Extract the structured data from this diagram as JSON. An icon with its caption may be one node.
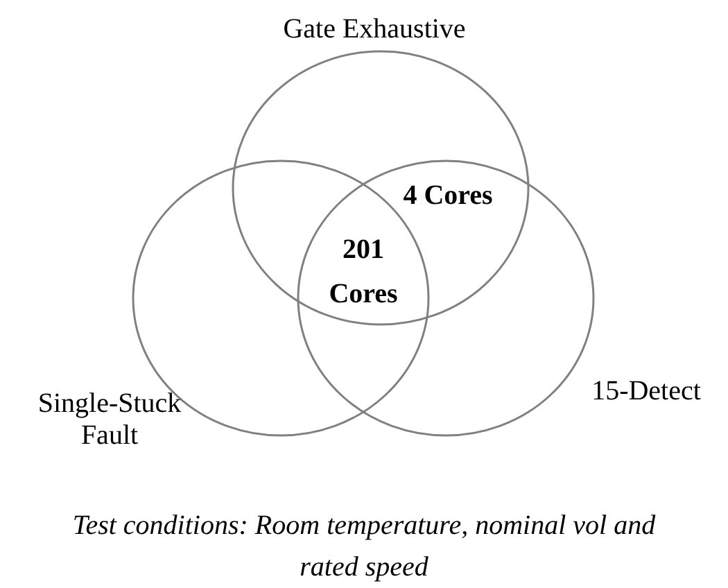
{
  "diagram": {
    "caption": "Test conditions: Room temperature, nominal vol and rated speed",
    "nodes": [
      {
        "text": [
          "Gate Exhaustive"
        ]
      },
      {
        "text": [
          "Single-Stuck Fault"
        ]
      },
      {
        "text": [
          "15-Detect"
        ]
      }
    ],
    "labels": [
      "4 Cores",
      "201 Cores"
    ]
  }
}
